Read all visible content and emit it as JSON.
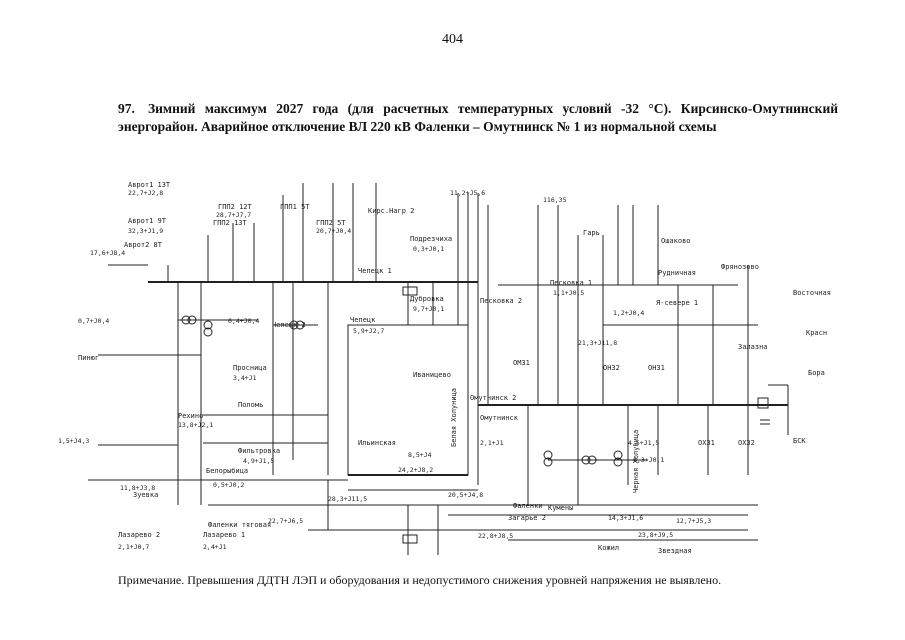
{
  "page": {
    "number": "404",
    "heading_number": "97.",
    "heading_text": "Зимний максимум 2027 года (для расчетных температурных условий -32 °С). Кирсинско-Омутнинский энергорайон. Аварийное отключение ВЛ 220 кВ Фаленки – Омутнинск № 1 из нормальной схемы",
    "note": "Примечание. Превышения ДДТН ЛЭП и оборудования и недопустимого снижения уровней напряжения не выявлено."
  },
  "diagram": {
    "labels": [
      "Аврот1 13Т",
      "Аврот1 9Т",
      "Аврот2 8Т",
      "ГПП2 12Т",
      "ГПП1 5Т",
      "ГПП2 13Т",
      "ГПП2 5Т",
      "Кирс.Нагр 2",
      "Подрезчиха",
      "Чепецк 1",
      "Чепецк 2",
      "Чепецк",
      "Дубровка",
      "Песковка 2",
      "Песковка 1",
      "Гарь",
      "Ошаково",
      "Рудничная",
      "Фрянозово",
      "Восточная",
      "Я-севере 1",
      "Залазна",
      "Красн",
      "Бора",
      "Просница",
      "Поломь",
      "Рехино",
      "Фильтровка",
      "Белорыбица",
      "Зуевка",
      "Иваницево",
      "Омутнинск",
      "Омутнинск 2",
      "Ильинская",
      "Пинюг",
      "Загарье 2",
      "Кумены",
      "Фаленки",
      "Фаленки тяговая",
      "Лазарево 2",
      "Лазарево 1",
      "Звездная",
      "Кожил",
      "ОХ31",
      "ОХ32",
      "БСК",
      "Белая Холуница",
      "ОН31",
      "ОН32",
      "ОМ31",
      "Черная Холуница"
    ],
    "values": [
      "22,7+J2,8",
      "32,3+J1,9",
      "17,6+J8,4",
      "28,7+J7,7",
      "20,7+J0,4",
      "11,2+J5,6",
      "116,35",
      "0,3+J0,1",
      "9,7+J0,1",
      "5,9+J2,7",
      "0,4+J0,4",
      "0,7+J0,4",
      "1,1+J0,5",
      "1,2+J0,4",
      "21,3+J11,8",
      "22,7+J6,5",
      "24,2+J8,2",
      "3,4+J1",
      "13,8+J2,1",
      "0,5+J0,2",
      "11,8+J3,8",
      "4,9+J1,5",
      "1,5+J4,3",
      "2,1+J1",
      "8,5+J4",
      "4,5+J1,5",
      "6,3+J0,1",
      "28,3+J11,5",
      "20,5+J4,8",
      "22,8+J8,5",
      "14,3+J1,6",
      "23,8+J9,5",
      "12,7+J5,3",
      "2,1+J0,7",
      "2,4+J1"
    ]
  }
}
